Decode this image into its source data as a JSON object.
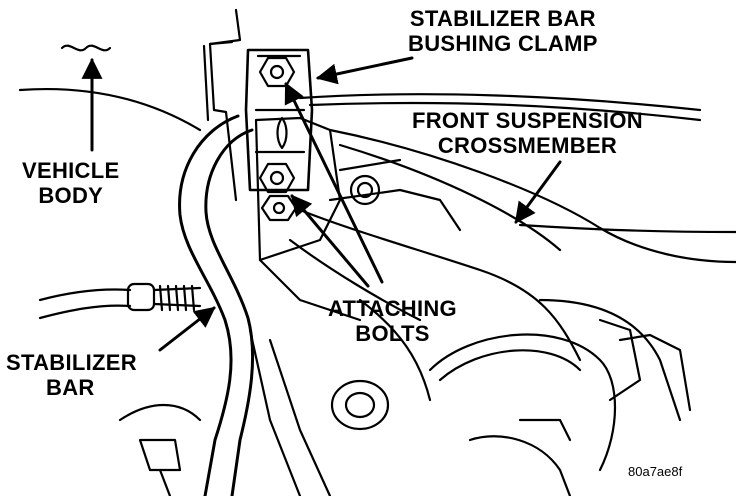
{
  "labels": {
    "stabilizer_bar_bushing_clamp": [
      "STABILIZER BAR",
      "BUSHING CLAMP"
    ],
    "front_suspension_crossmember": [
      "FRONT SUSPENSION",
      "CROSSMEMBER"
    ],
    "vehicle_body": [
      "VEHICLE",
      "BODY"
    ],
    "attaching_bolts": [
      "ATTACHING",
      "BOLTS"
    ],
    "stabilizer_bar": [
      "STABILIZER",
      "BAR"
    ]
  },
  "figure_code": "80a7ae8f",
  "colors": {
    "ink": "#000000",
    "paper": "#ffffff"
  }
}
